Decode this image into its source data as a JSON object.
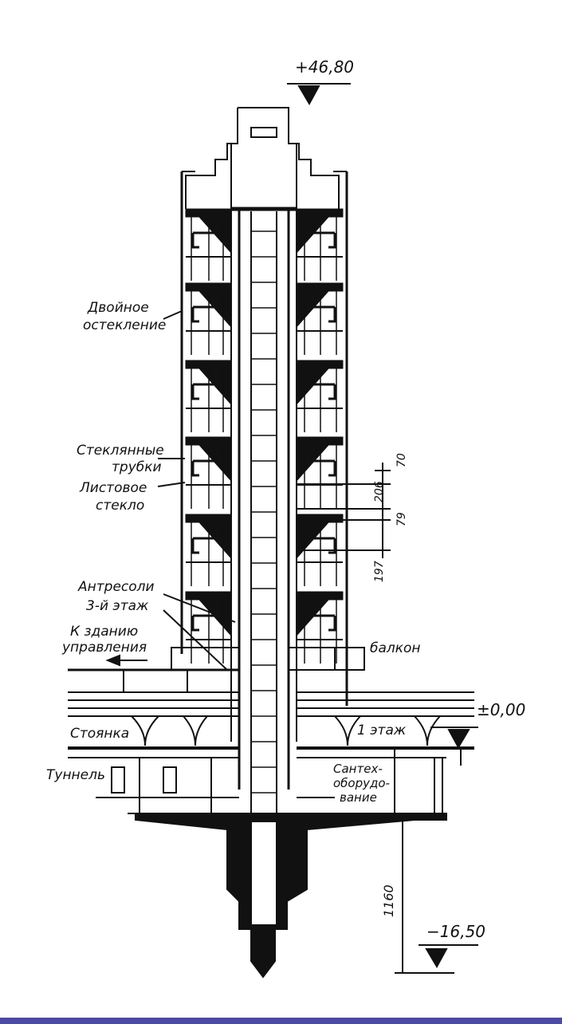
{
  "labels": {
    "elev_top": "+46,80",
    "double_glazing_1": "Двойное",
    "double_glazing_2": "остекление",
    "glass_tubes_1": "Стеклянные",
    "glass_tubes_2": "трубки",
    "sheet_glass_1": "Листовое",
    "sheet_glass_2": "стекло",
    "mezzanine_1": "Антресоли",
    "mezzanine_2": "3-й этаж",
    "to_admin_1": "К зданию",
    "to_admin_2": "управления",
    "balcony": "балкон",
    "elev_zero": "±0,00",
    "parking": "Стоянка",
    "floor_1": "1 этаж",
    "tunnel": "Туннель",
    "plumbing_1": "Сантех-",
    "plumbing_2": "оборудо-",
    "plumbing_3": "вание",
    "elev_bottom": "−16,50"
  },
  "dimensions": {
    "d70": "70",
    "d206": "206",
    "d79": "79",
    "d197": "197",
    "d1160": "1160"
  },
  "colors": {
    "ink": "#111111",
    "paper": "#ffffff",
    "frame": "#4a4aa8"
  }
}
